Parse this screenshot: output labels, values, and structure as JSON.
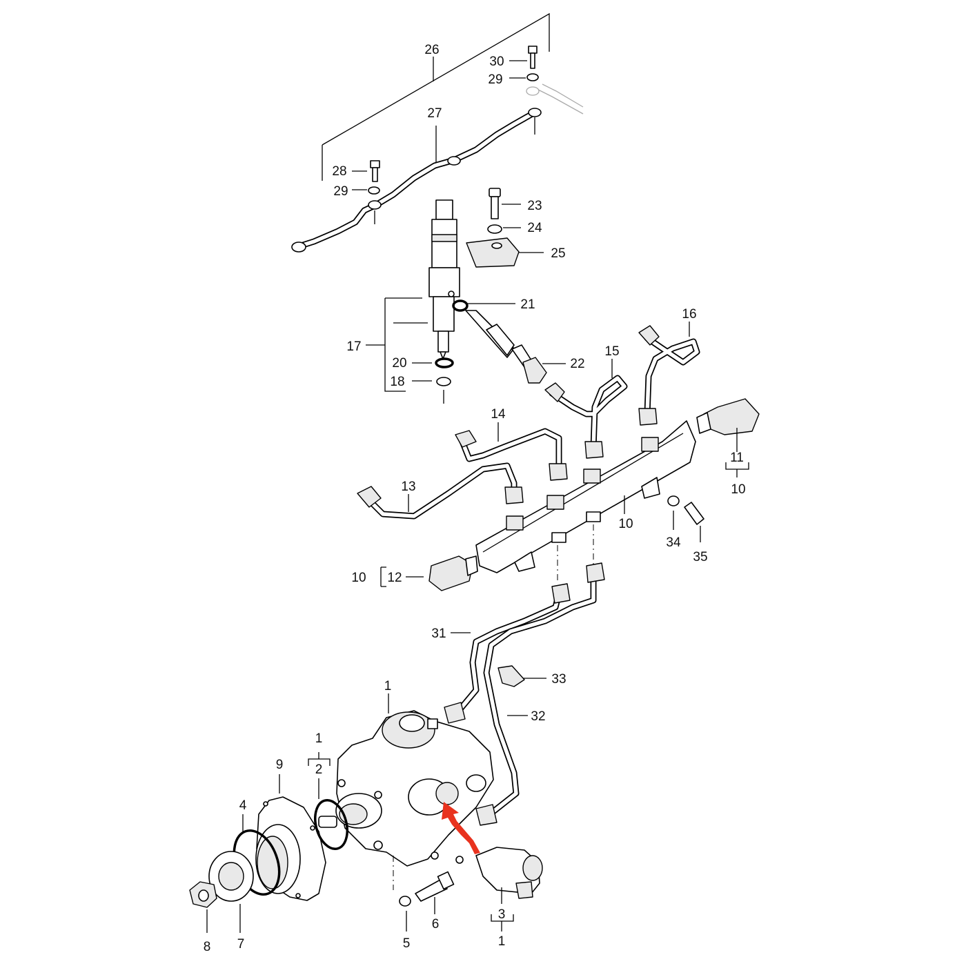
{
  "diagram": {
    "callouts": [
      "1",
      "2",
      "3",
      "4",
      "5",
      "6",
      "7",
      "8",
      "9",
      "10",
      "11",
      "12",
      "13",
      "14",
      "15",
      "16",
      "17",
      "18",
      "20",
      "21",
      "22",
      "23",
      "24",
      "25",
      "26",
      "27",
      "28",
      "29",
      "30",
      "31",
      "32",
      "33",
      "34",
      "35"
    ]
  },
  "colors": {
    "line": "#000000",
    "background": "#ffffff",
    "highlight_arrow": "#e8321e"
  }
}
